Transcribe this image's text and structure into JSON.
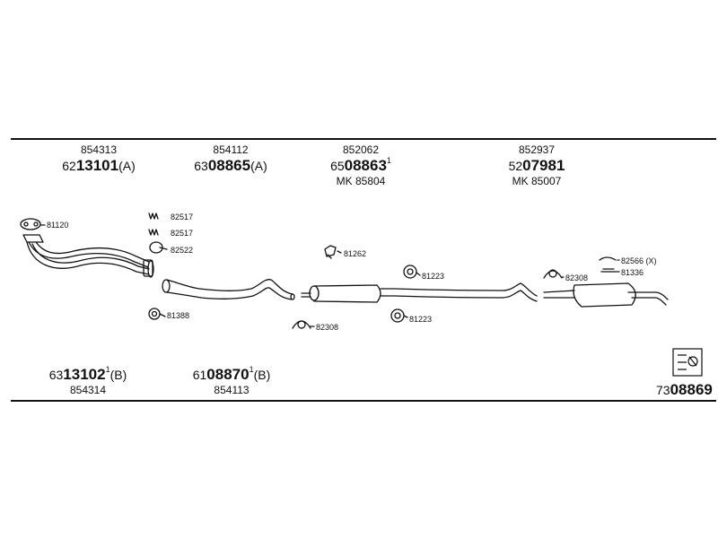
{
  "top_groups": [
    {
      "number": "854313",
      "prefix": "62",
      "bold": "13101",
      "sup": "",
      "suffix": "(A)",
      "mk": ""
    },
    {
      "number": "854112",
      "prefix": "63",
      "bold": "08865",
      "sup": "",
      "suffix": "(A)",
      "mk": ""
    },
    {
      "number": "852062",
      "prefix": "65",
      "bold": "08863",
      "sup": "1",
      "suffix": "",
      "mk": "MK 85804"
    },
    {
      "number": "852937",
      "prefix": "52",
      "bold": "07981",
      "sup": "",
      "suffix": "",
      "mk": "MK 85007"
    }
  ],
  "bottom_groups": [
    {
      "number": "854314",
      "prefix": "63",
      "bold": "13102",
      "sup": "1",
      "suffix": "(B)"
    },
    {
      "number": "854113",
      "prefix": "61",
      "bold": "08870",
      "sup": "1",
      "suffix": "(B)"
    }
  ],
  "catalog": {
    "prefix": "73",
    "bold": "08869"
  },
  "parts": {
    "p81120": "81120",
    "p82517a": "82517",
    "p82517b": "82517",
    "p82522": "82522",
    "p81388": "81388",
    "p81262": "81262",
    "p81223a": "81223",
    "p81223b": "81223",
    "p82308a": "82308",
    "p82308b": "82308",
    "p82566": "82566 (X)",
    "p81336": "81336"
  }
}
